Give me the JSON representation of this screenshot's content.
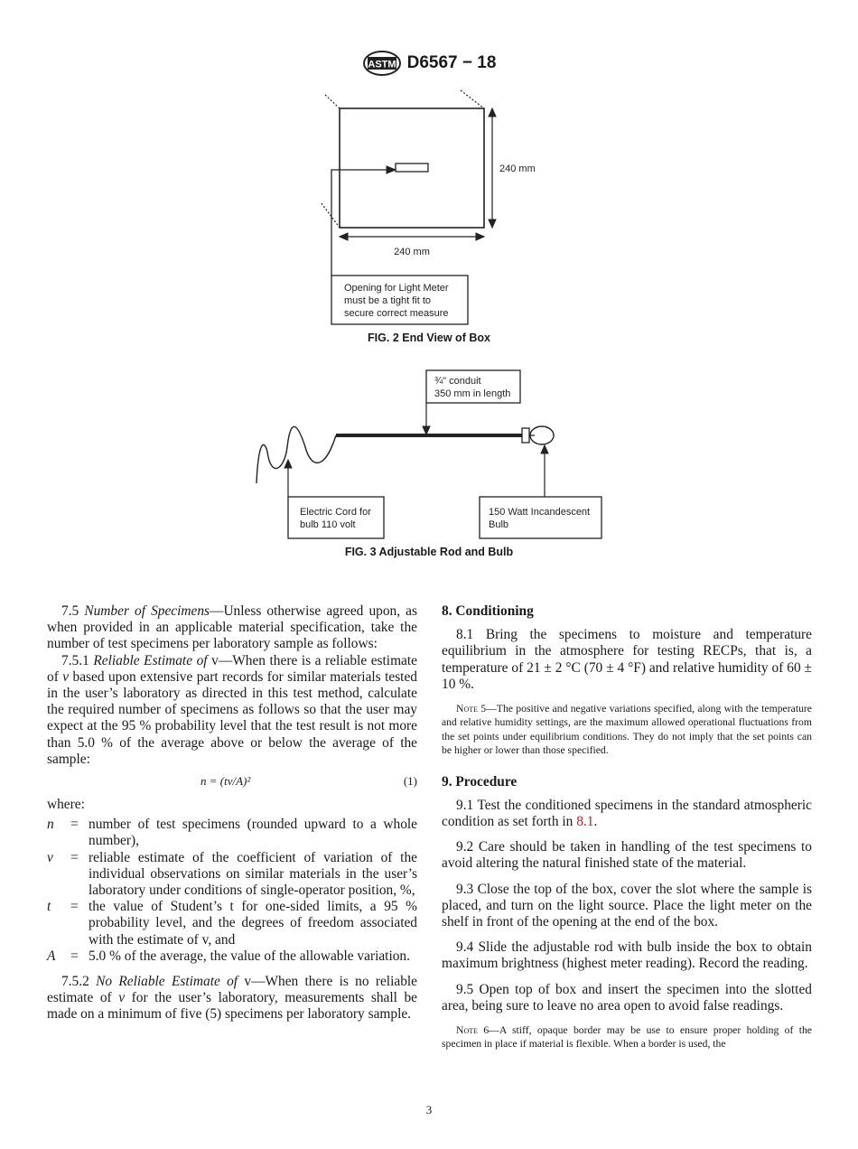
{
  "header": {
    "designation": "D6567 − 18"
  },
  "fig2": {
    "caption": "FIG. 2 End View of Box",
    "dim_vertical": "240 mm",
    "dim_horizontal": "240 mm",
    "note_lines": [
      "Opening for Light Meter",
      "must be a tight fit to",
      "secure correct measure"
    ]
  },
  "fig3": {
    "caption": "FIG. 3 Adjustable Rod and Bulb",
    "conduit_lines": [
      "¾\" conduit",
      "350 mm in length"
    ],
    "cord_lines": [
      "Electric Cord for",
      "bulb 110 volt"
    ],
    "bulb_lines": [
      "150 Watt Incandescent",
      "Bulb"
    ]
  },
  "left": {
    "p75_num": "7.5",
    "p75_title": "Number of Specimens",
    "p75_text": "—Unless otherwise agreed upon, as when provided in an applicable material specification, take the number of test specimens per laboratory sample as follows:",
    "p751_num": "7.5.1",
    "p751_title": "Reliable Estimate of",
    "p751_sym": "v",
    "p751_a": "—When there is a reliable estimate of",
    "p751_v": "v",
    "p751_b": "based upon extensive part records for similar materials tested in the user’s laboratory as directed in this test method, calculate the required number of specimens as follows so that the user may expect at the 95 % probability level that the test result is not more than 5.0 % of the average above or below the average of the sample:",
    "equation": "n = (tv/A)²",
    "equation_num": "(1)",
    "where": "where:",
    "defs": [
      {
        "sym": "n",
        "eq": "=",
        "text": "number of test specimens (rounded upward to a whole number),"
      },
      {
        "sym": "v",
        "eq": "=",
        "text": "reliable estimate of the coefficient of variation of the individual observations on similar materials in the user’s laboratory under conditions of single-operator position, %,"
      },
      {
        "sym": "t",
        "eq": "=",
        "text": "the value of Student’s t for one-sided limits, a 95 % probability level, and the degrees of freedom associated with the estimate of v, and"
      },
      {
        "sym": "A",
        "eq": "=",
        "text": "5.0 % of the average, the value of the allowable variation."
      }
    ],
    "p752_num": "7.5.2",
    "p752_title": "No Reliable Estimate of",
    "p752_sym": "v",
    "p752_a": "—When there is no reliable estimate of",
    "p752_v": "v",
    "p752_b": "for the user’s laboratory, measurements shall be made on a minimum of five (5) specimens per laboratory sample."
  },
  "right": {
    "h8": "8.  Conditioning",
    "p81": "8.1 Bring the specimens to moisture and temperature equilibrium in the atmosphere for testing RECPs, that is, a temperature of 21 ± 2 °C (70 ± 4 °F) and relative humidity of 60 ± 10 %.",
    "note5_label": "Note",
    "note5_text": " 5—The positive and negative variations specified, along with the temperature and relative humidity settings, are the maximum allowed operational fluctuations from the set points under equilibrium conditions. They do not imply that the set points can be higher or lower than those specified.",
    "h9": "9.  Procedure",
    "p91_a": "9.1 Test the conditioned specimens in the standard atmospheric condition as set forth in",
    "p91_link": "8.1",
    "p91_b": ".",
    "p92": "9.2 Care should be taken in handling of the test specimens to avoid altering the natural finished state of the material.",
    "p93": "9.3 Close the top of the box, cover the slot where the sample is placed, and turn on the light source. Place the light meter on the shelf in front of the opening at the end of the box.",
    "p94": "9.4 Slide the adjustable rod with bulb inside the box to obtain maximum brightness (highest meter reading). Record the reading.",
    "p95": "9.5 Open top of box and insert the specimen into the slotted area, being sure to leave no area open to avoid false readings.",
    "note6_label": "Note",
    "note6_text": " 6—A stiff, opaque border may be use to ensure proper holding of the specimen in place if material is flexible. When a border is used, the"
  },
  "page_number": "3"
}
